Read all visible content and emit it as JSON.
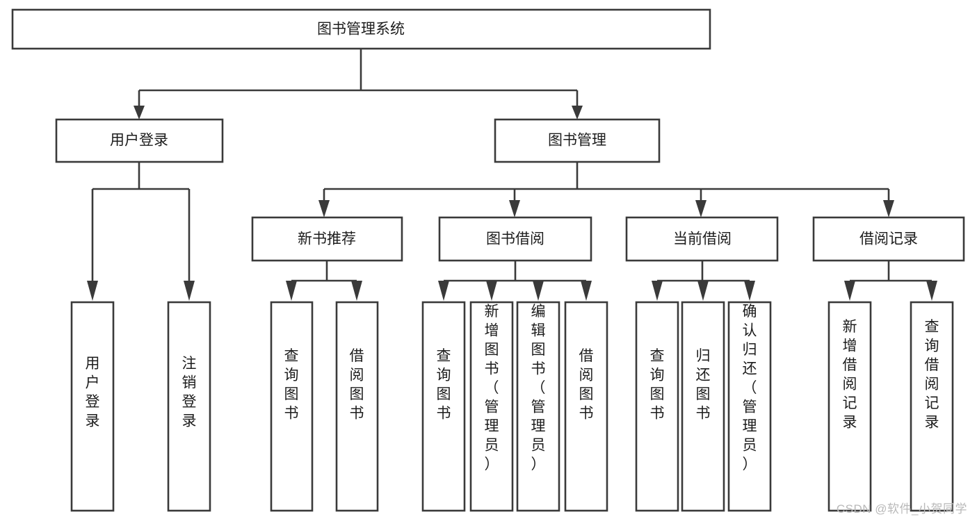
{
  "diagram": {
    "type": "tree",
    "title": "图书管理系统",
    "colors": {
      "stroke": "#3a3a3a",
      "box_fill": "#ffffff",
      "text": "#1c1c1c",
      "background": "#ffffff",
      "watermark": "#b9b9b9"
    },
    "root": {
      "label": "图书管理系统",
      "orientation": "horizontal"
    },
    "level1": [
      {
        "label": "用户登录",
        "orientation": "horizontal"
      },
      {
        "label": "图书管理",
        "orientation": "horizontal"
      }
    ],
    "level2": [
      {
        "label": "新书推荐",
        "orientation": "horizontal"
      },
      {
        "label": "图书借阅",
        "orientation": "horizontal"
      },
      {
        "label": "当前借阅",
        "orientation": "horizontal"
      },
      {
        "label": "借阅记录",
        "orientation": "horizontal"
      }
    ],
    "leaves": {
      "user_login": [
        {
          "label": "用户登录",
          "orientation": "vertical"
        },
        {
          "label": "注销登录",
          "orientation": "vertical"
        }
      ],
      "new_book_recommend": [
        {
          "label": "查询图书",
          "orientation": "vertical"
        },
        {
          "label": "借阅图书",
          "orientation": "vertical"
        }
      ],
      "book_borrow": [
        {
          "label": "查询图书",
          "orientation": "vertical"
        },
        {
          "label": "新增图书（管理员）",
          "orientation": "vertical"
        },
        {
          "label": "编辑图书（管理员）",
          "orientation": "vertical"
        },
        {
          "label": "借阅图书",
          "orientation": "vertical"
        }
      ],
      "current_borrow": [
        {
          "label": "查询图书",
          "orientation": "vertical"
        },
        {
          "label": "归还图书",
          "orientation": "vertical"
        },
        {
          "label": "确认归还（管理员）",
          "orientation": "vertical"
        }
      ],
      "borrow_record": [
        {
          "label": "新增借阅记录",
          "orientation": "vertical"
        },
        {
          "label": "查询借阅记录",
          "orientation": "vertical"
        }
      ]
    }
  },
  "watermark": {
    "text": "CSDN @软件_小贺同学"
  }
}
